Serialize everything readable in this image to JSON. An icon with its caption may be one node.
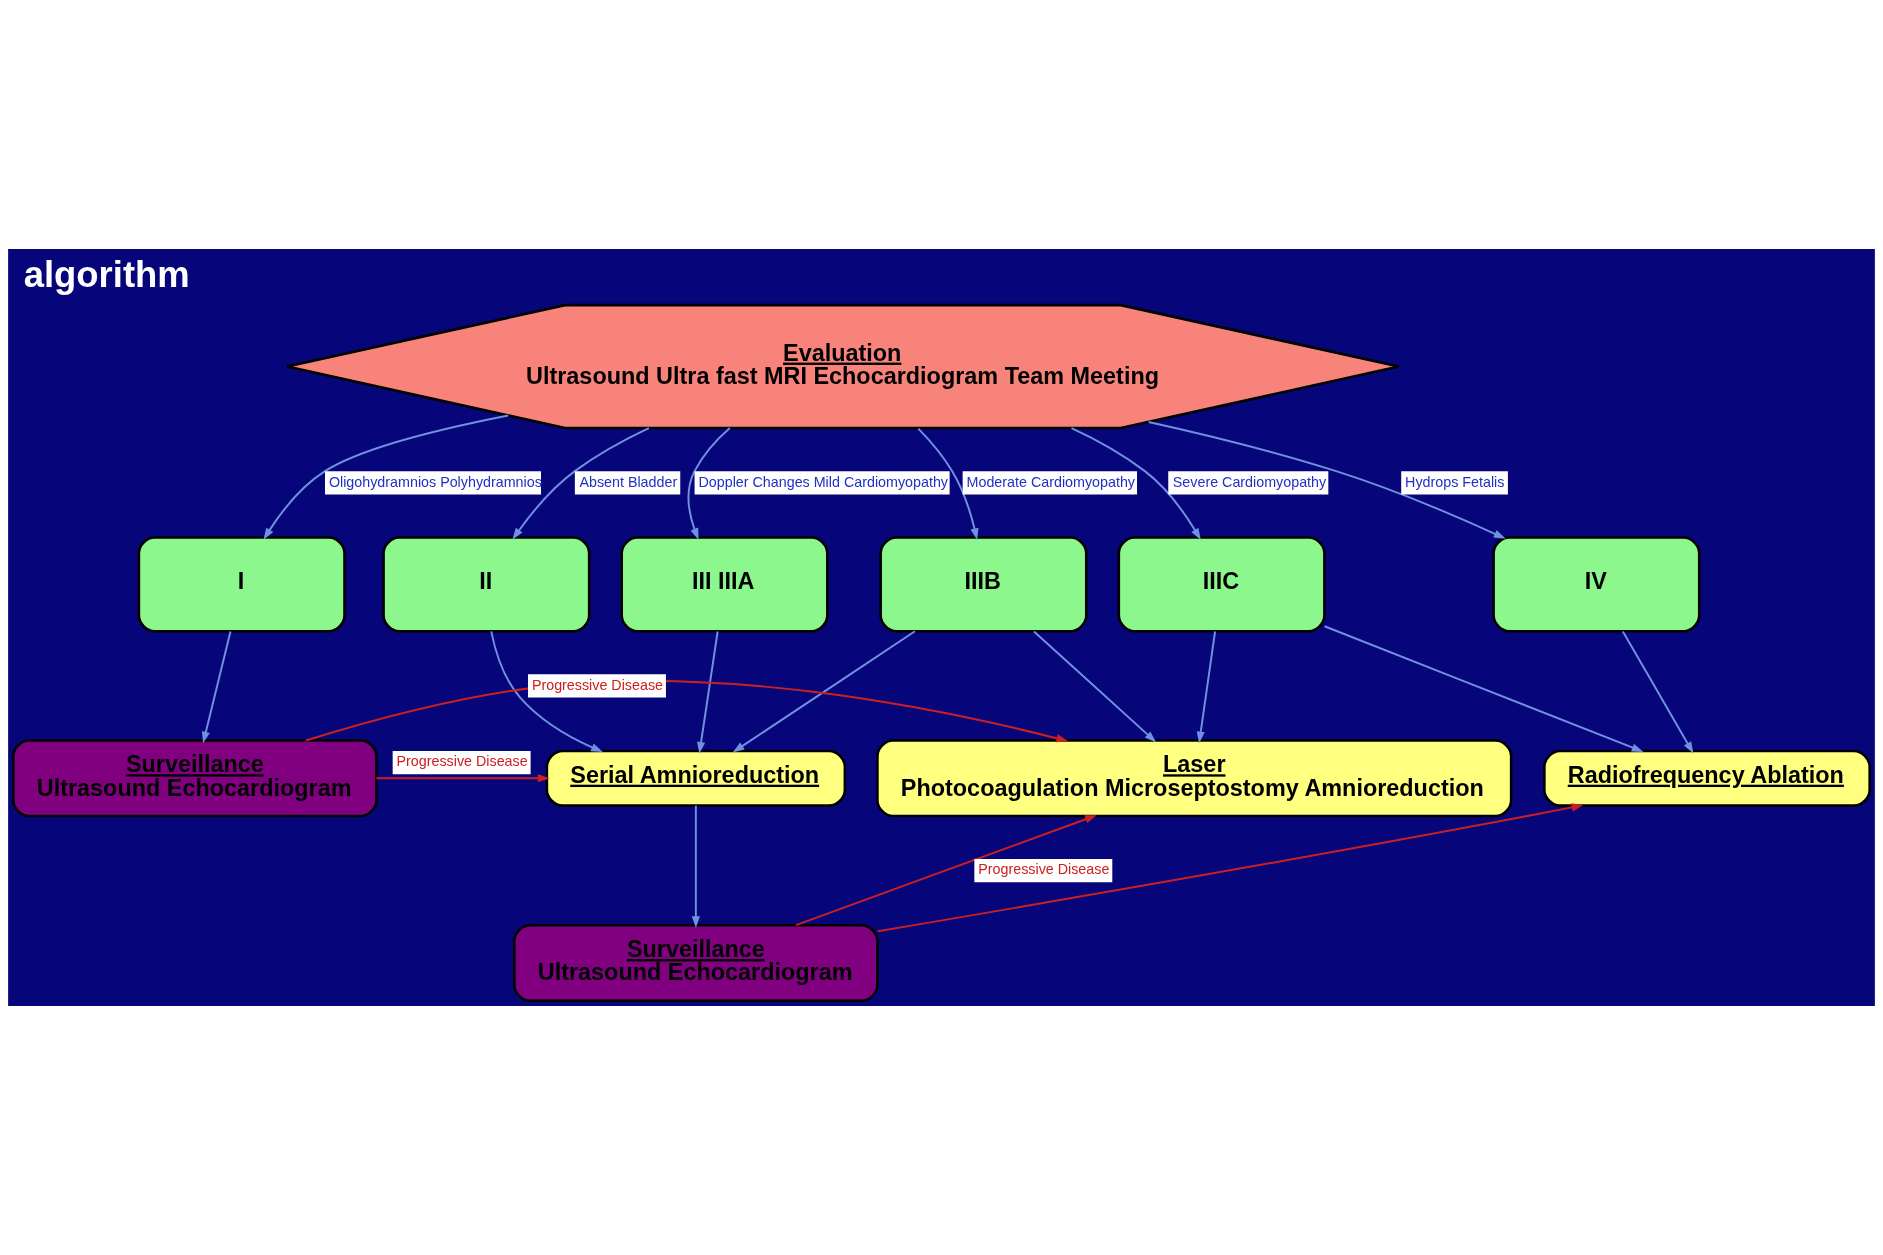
{
  "diagram": {
    "title": "algorithm",
    "nodes": [
      {
        "text": [
          "Evaluation",
          "Ultrasound Ultra fast MRI Echocardiogram Team Meeting"
        ]
      },
      {
        "text": [
          "I"
        ]
      },
      {
        "text": [
          "II"
        ]
      },
      {
        "text": [
          "III IIIA"
        ]
      },
      {
        "text": [
          "IIIB"
        ]
      },
      {
        "text": [
          "IIIC"
        ]
      },
      {
        "text": [
          "IV"
        ]
      },
      {
        "text": [
          "Surveillance",
          "Ultrasound Echocardiogram"
        ]
      },
      {
        "text": [
          "Serial Amnioreduction"
        ]
      },
      {
        "text": [
          "Laser",
          "Photocoagulation Microseptostomy Amnioreduction"
        ]
      },
      {
        "text": [
          "Radiofrequency Ablation"
        ]
      },
      {
        "text": [
          "Surveillance",
          "Ultrasound Echocardiogram"
        ]
      }
    ],
    "edges": [
      {
        "from": 0,
        "to": 1,
        "arrow": "to",
        "label": "Oligohydramnios Polyhydramnios"
      },
      {
        "from": 0,
        "to": 2,
        "arrow": "to",
        "label": "Absent Bladder"
      },
      {
        "from": 0,
        "to": 3,
        "arrow": "to",
        "label": "Doppler Changes Mild Cardiomyopathy"
      },
      {
        "from": 0,
        "to": 4,
        "arrow": "to",
        "label": "Moderate Cardiomyopathy"
      },
      {
        "from": 0,
        "to": 5,
        "arrow": "to",
        "label": "Severe Cardiomyopathy"
      },
      {
        "from": 0,
        "to": 6,
        "arrow": "to",
        "label": "Hydrops Fetalis"
      },
      {
        "from": 1,
        "to": 7,
        "arrow": "to"
      },
      {
        "from": 2,
        "to": 8,
        "arrow": "to"
      },
      {
        "from": 3,
        "to": 8,
        "arrow": "to"
      },
      {
        "from": 4,
        "to": 8,
        "arrow": "to"
      },
      {
        "from": 4,
        "to": 9,
        "arrow": "to"
      },
      {
        "from": 5,
        "to": 9,
        "arrow": "to"
      },
      {
        "from": 5,
        "to": 10,
        "arrow": "to"
      },
      {
        "from": 6,
        "to": 10,
        "arrow": "to"
      },
      {
        "from": 7,
        "to": 8,
        "arrow": "to",
        "label": "Progressive Disease",
        "color": "#cc2020"
      },
      {
        "from": 7,
        "to": 9,
        "arrow": "to",
        "label": "Progressive Disease",
        "color": "#cc2020"
      },
      {
        "from": 8,
        "to": 11,
        "arrow": "to"
      },
      {
        "from": 11,
        "to": 9,
        "arrow": "to",
        "label": "Progressive Disease",
        "color": "#cc2020"
      },
      {
        "from": 11,
        "to": 10,
        "arrow": "to",
        "color": "#cc2020"
      }
    ]
  }
}
